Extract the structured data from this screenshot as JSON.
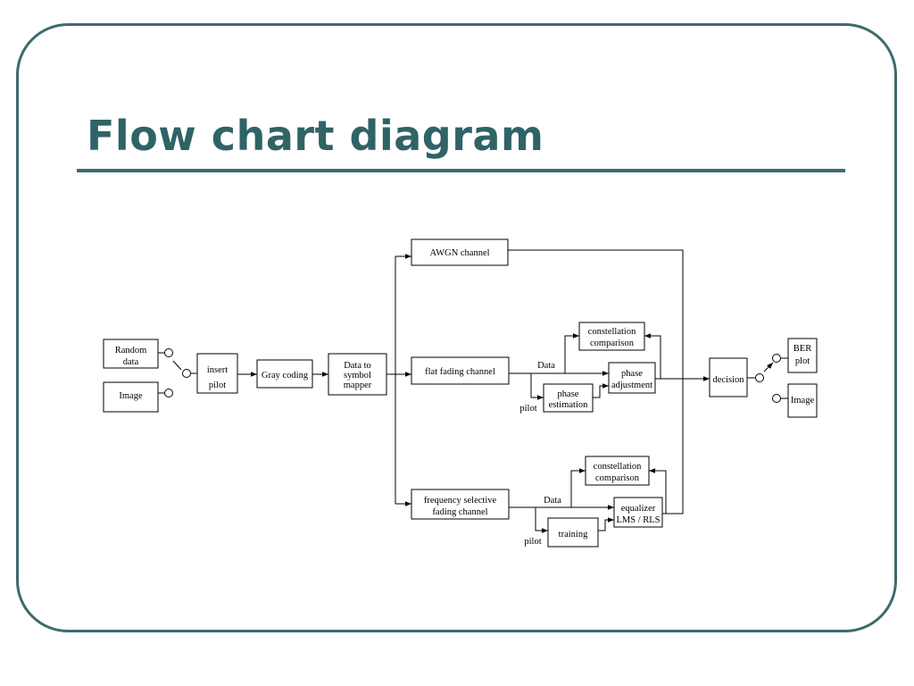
{
  "slide": {
    "title": "Flow chart diagram"
  },
  "colors": {
    "frame": "#3d6b6e",
    "title": "#2f6366",
    "rule": "#3d6b6e"
  },
  "diagram": {
    "random_data": [
      "Random",
      "data"
    ],
    "image_source": "Image",
    "insert_pilot": [
      "insert",
      "pilot"
    ],
    "gray_coding": "Gray coding",
    "symbol_mapper": [
      "Data to",
      "symbol",
      "mapper"
    ],
    "awgn_channel": "AWGN channel",
    "flat_fading_channel": "flat fading channel",
    "freq_selective_channel": [
      "frequency selective",
      "fading channel"
    ],
    "flat": {
      "data_label": "Data",
      "pilot_label": "pilot",
      "constellation": [
        "constellation",
        "comparison"
      ],
      "phase_estimation": [
        "phase",
        "estimation"
      ],
      "phase_adjustment": [
        "phase",
        "adjustment"
      ]
    },
    "freq": {
      "data_label": "Data",
      "pilot_label": "pilot",
      "constellation": [
        "constellation",
        "comparison"
      ],
      "training": "training",
      "equalizer": [
        "equalizer",
        "LMS / RLS"
      ]
    },
    "decision": "decision",
    "ber_plot": [
      "BER",
      "plot"
    ],
    "image_sink": "Image"
  }
}
